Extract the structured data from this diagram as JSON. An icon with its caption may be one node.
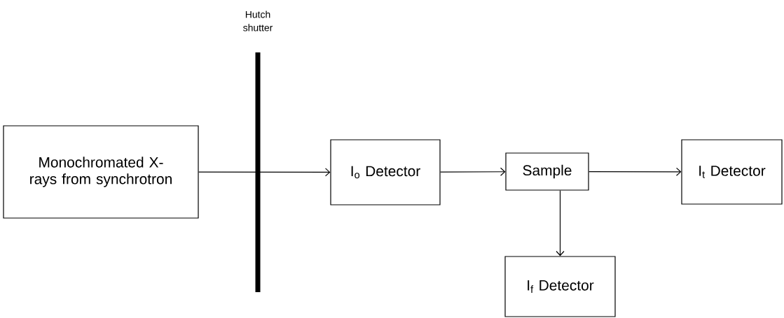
{
  "diagram": {
    "nodes": [
      {
        "text": [
          "Monochromated X-rays from synchrotron"
        ]
      },
      {
        "text": [
          "I$_{o}$ Detector"
        ]
      },
      {
        "text": [
          "Sample"
        ]
      },
      {
        "text": [
          "I$_{t}$ Detector"
        ]
      },
      {
        "text": [
          "I$_{f}$ Detector"
        ]
      }
    ],
    "edges": [
      {
        "from": 0,
        "to": 1,
        "arrow": "to"
      },
      {
        "from": 1,
        "to": 2,
        "arrow": "to"
      },
      {
        "from": 2,
        "to": 3,
        "arrow": "to"
      },
      {
        "from": 2,
        "to": 4,
        "arrow": "to"
      }
    ],
    "labels": [
      "Hutch shutter"
    ]
  }
}
